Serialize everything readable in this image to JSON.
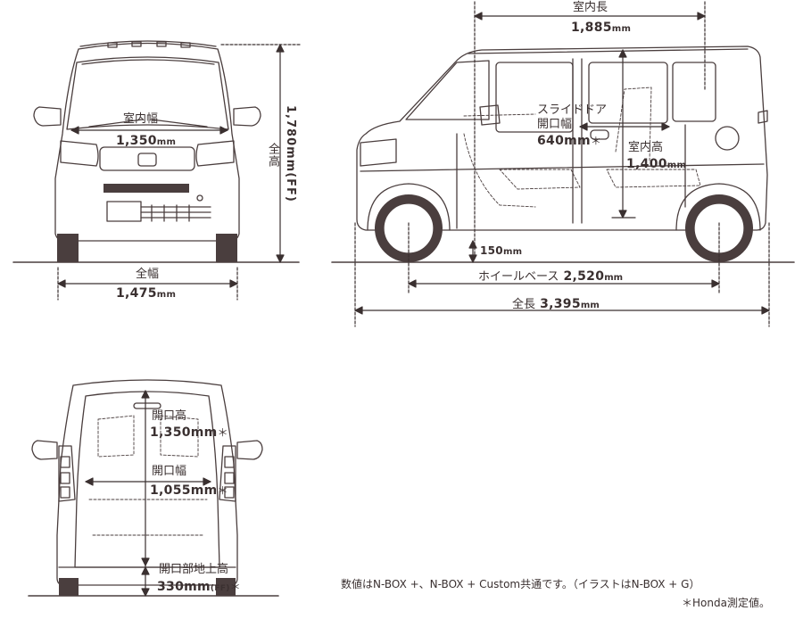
{
  "front_view": {
    "interior_width_label": "室内幅",
    "interior_width_value": "1,350",
    "overall_width_label": "全幅",
    "overall_width_value": "1,475",
    "overall_height_label": "全高",
    "overall_height_value": "1,780mm(FF)"
  },
  "side_view": {
    "interior_length_label": "室内長",
    "interior_length_value": "1,885",
    "slide_door_label_1": "スライドドア",
    "slide_door_label_2": "開口幅",
    "slide_door_value": "640mm",
    "slide_door_mark": "＊",
    "interior_height_label": "室内高",
    "interior_height_value": "1,400",
    "ground_clearance_value": "150",
    "wheelbase_label": "ホイールベース",
    "wheelbase_value": "2,520",
    "overall_length_label": "全長",
    "overall_length_value": "3,395"
  },
  "rear_view": {
    "opening_height_label": "開口高",
    "opening_height_value": "1,350mm",
    "opening_height_mark": "＊",
    "opening_width_label": "開口幅",
    "opening_width_value": "1,055mm",
    "opening_width_mark": "＊",
    "floor_height_label": "開口部地上高",
    "floor_height_value": "330mm",
    "floor_height_suffix": "(FF)",
    "floor_height_mark": "＊"
  },
  "unit": "mm",
  "notes": {
    "line1": "数値はN-BOX +、N-BOX + Custom共通です。（イラストはN-BOX + G）",
    "line2": "＊Honda測定値。"
  }
}
